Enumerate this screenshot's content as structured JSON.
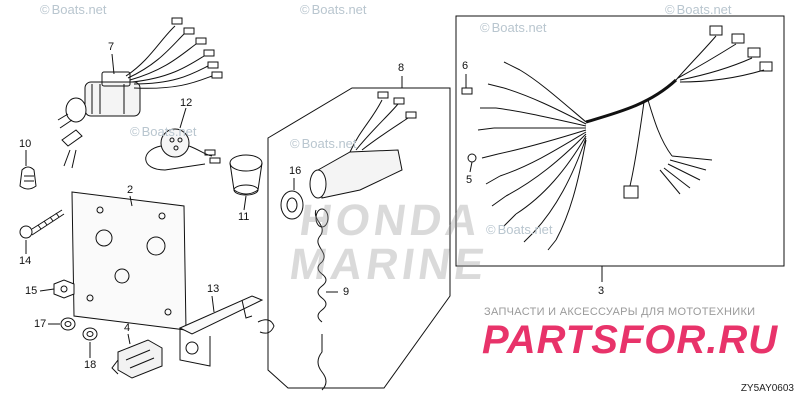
{
  "watermarks": [
    {
      "copy": "©",
      "text": "Boats.net"
    },
    {
      "copy": "©",
      "text": "Boats.net"
    },
    {
      "copy": "©",
      "text": "Boats.net"
    },
    {
      "copy": "©",
      "text": "Boats.net"
    },
    {
      "copy": "©",
      "text": "Boats.net"
    },
    {
      "copy": "©",
      "text": "Boats.net"
    },
    {
      "copy": "©",
      "text": "Boats.net"
    }
  ],
  "callouts": [
    "7",
    "12",
    "10",
    "2",
    "11",
    "14",
    "15",
    "13",
    "17",
    "4",
    "18",
    "8",
    "16",
    "9",
    "6",
    "5",
    "3"
  ],
  "brand": {
    "line1": "HONDA",
    "line2": "MARINE"
  },
  "shop": {
    "tagline": "ЗАПЧАСТИ И АКСЕССУАРЫ ДЛЯ МОТОТЕХНИКИ",
    "name": "PARTSFOR.RU"
  },
  "diagram_code": "ZY5AY0603",
  "colors": {
    "line": "#111111",
    "shop": "#e8336a",
    "watermark": "#b9c6cf"
  }
}
